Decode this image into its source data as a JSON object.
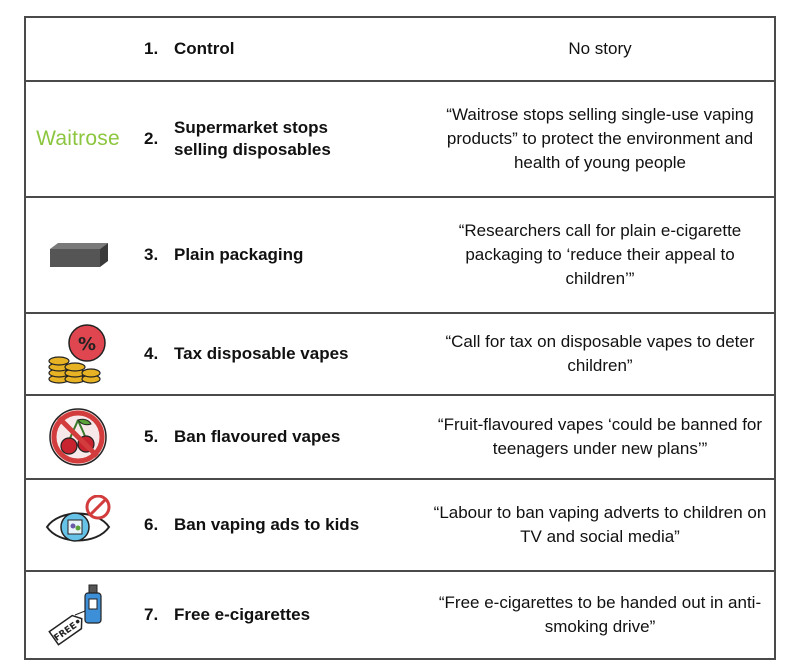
{
  "rows": [
    {
      "number": "1.",
      "label": "Control",
      "story": "No story",
      "icon": ""
    },
    {
      "number": "2.",
      "label": "Supermarket stops selling disposables",
      "story": "“Waitrose stops selling single-use vaping products” to protect the environment and health of young people",
      "icon": "waitrose-logo",
      "logo_text": "Waitrose"
    },
    {
      "number": "3.",
      "label": "Plain packaging",
      "story": "“Researchers call for plain e-cigarette packaging to ‘reduce their appeal to children’”",
      "icon": "plain-box-icon"
    },
    {
      "number": "4.",
      "label": "Tax disposable vapes",
      "story": "“Call for tax on disposable vapes to deter children”",
      "icon": "tax-coins-icon"
    },
    {
      "number": "5.",
      "label": "Ban flavoured vapes",
      "story": "“Fruit-flavoured vapes ‘could be banned for teenagers under new plans’”",
      "icon": "no-cherry-icon"
    },
    {
      "number": "6.",
      "label": "Ban vaping ads to kids",
      "story": "“Labour to ban vaping adverts to children on TV and social media”",
      "icon": "eye-no-ads-icon"
    },
    {
      "number": "7.",
      "label": "Free e-cigarettes",
      "story": "“Free e-cigarettes to be handed out in anti-smoking drive”",
      "icon": "free-vape-tag-icon",
      "tag_text": "FREE"
    }
  ],
  "colors": {
    "border": "#4a4a4a",
    "waitrose_green": "#8cc63f",
    "tax_red": "#e0464f",
    "coin_gold": "#e7b324",
    "ban_red": "#d23c3c",
    "cherry_red": "#c8242f",
    "eye_blue": "#66c2e6",
    "vape_blue": "#3d8fd8"
  }
}
